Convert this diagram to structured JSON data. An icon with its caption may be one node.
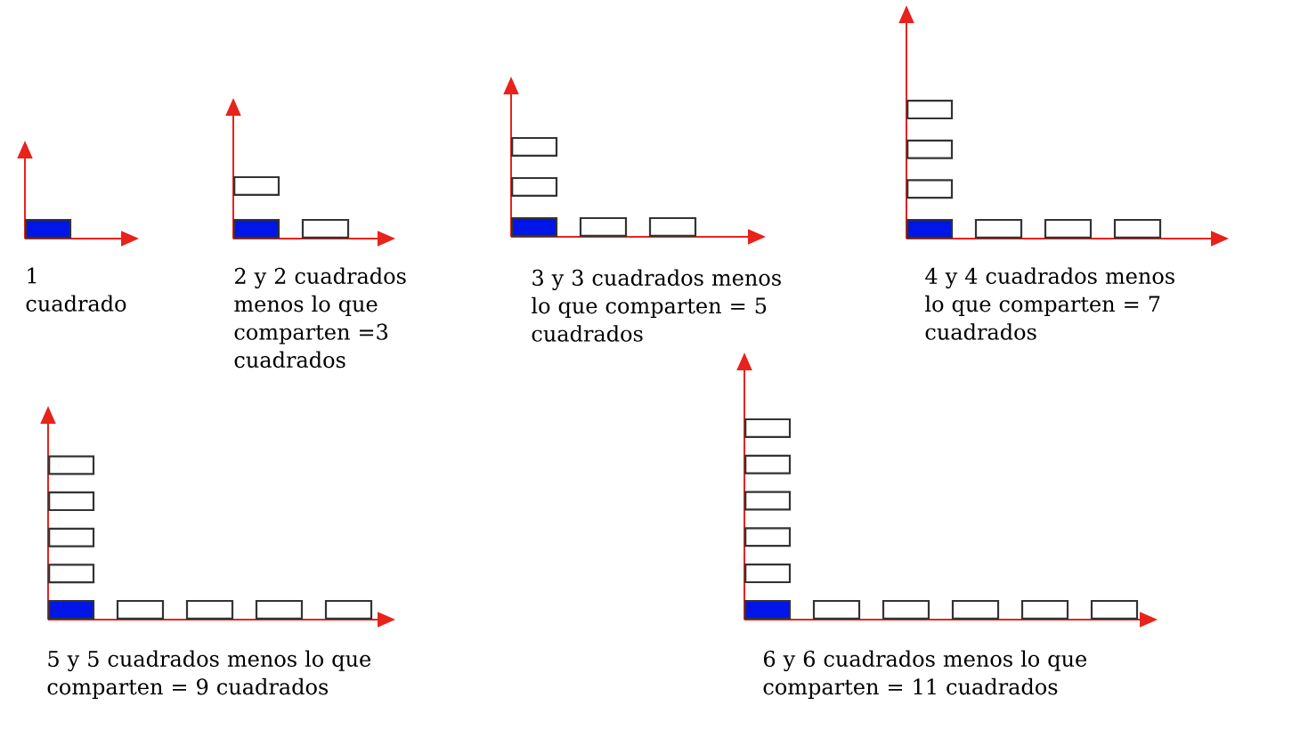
{
  "diagram": {
    "labels": [
      "1 cuadrado",
      "2 y 2 cuadrados menos lo que comparten =3 cuadrados",
      "3 y 3 cuadrados menos lo que comparten = 5 cuadrados",
      "4 y 4 cuadrados menos lo que comparten = 7 cuadrados",
      "5 y 5 cuadrados menos lo que comparten = 9 cuadrados",
      "6 y 6 cuadrados menos lo que comparten = 11 cuadrados"
    ]
  }
}
